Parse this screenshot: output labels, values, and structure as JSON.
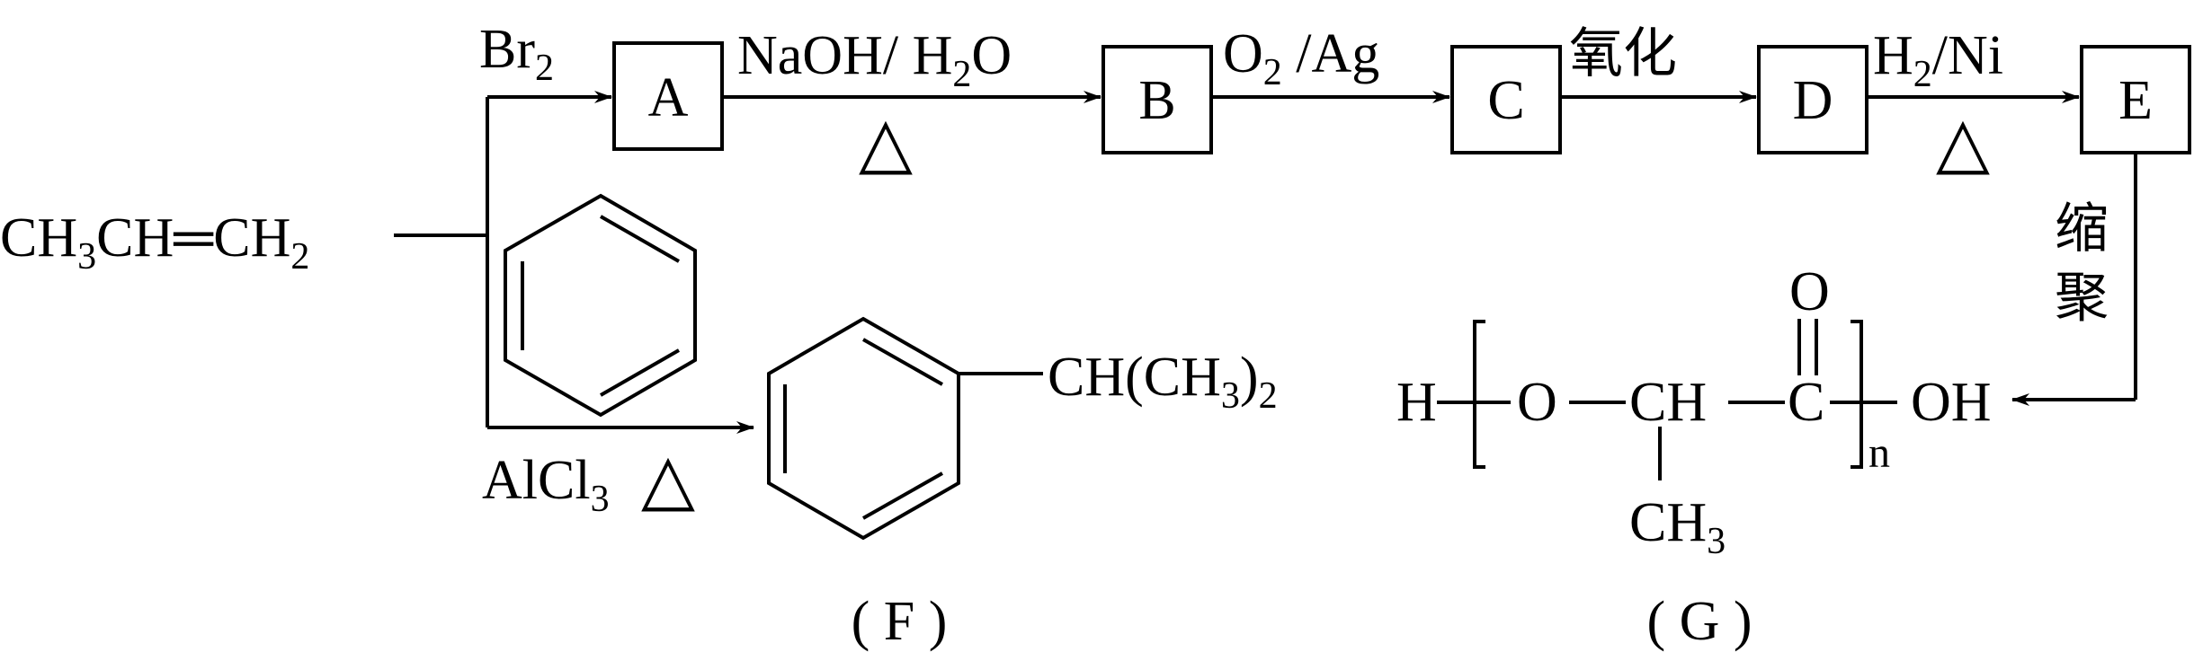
{
  "start": {
    "prefix": "CH",
    "sub1": "3",
    "mid": "CH",
    "bond": "═",
    "tail": "CH",
    "sub2": "2"
  },
  "reagents": {
    "br2": {
      "main": "Br",
      "sub": "2"
    },
    "naoh": {
      "main": "NaOH/ H",
      "sub": "2",
      "tail": "O"
    },
    "heat": "△",
    "o2ag": {
      "main": "O",
      "sub": "2",
      "tail": " /Ag"
    },
    "oxidation": "氧化",
    "h2ni": {
      "main": "H",
      "sub": "2",
      "tail": "/Ni"
    },
    "polycondensation": [
      "缩",
      "聚"
    ],
    "alcl3": {
      "main": "AlCl",
      "sub": "3"
    }
  },
  "boxes": {
    "a": "A",
    "b": "B",
    "c": "C",
    "d": "D",
    "e": "E"
  },
  "product_f": {
    "group": "CH(CH",
    "sub": "3",
    "tail": ")",
    "sub2": "2",
    "label": "( F )"
  },
  "product_g": {
    "h": "H",
    "o": "O",
    "ch": "CH",
    "c": "C",
    "carbonyl_o": "O",
    "n": "n",
    "oh": "OH",
    "methyl": "CH",
    "methyl_sub": "3",
    "label": "( G )"
  }
}
